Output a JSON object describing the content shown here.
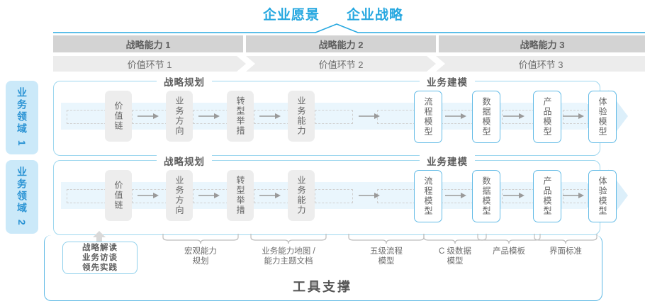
{
  "header": {
    "vision": "企业愿景",
    "strategy": "企业战略"
  },
  "capabilities": [
    {
      "label": "战略能力 1"
    },
    {
      "label": "战略能力 2"
    },
    {
      "label": "战略能力 3"
    }
  ],
  "value_links": [
    {
      "label": "价值环节 1"
    },
    {
      "label": "价值环节 2"
    },
    {
      "label": "价值环节 3"
    }
  ],
  "domains": [
    {
      "label": "业务领域 1"
    },
    {
      "label": "业务领域 2"
    }
  ],
  "row_sections": {
    "planning": "战略规划",
    "modeling": "业务建模"
  },
  "steps": [
    {
      "label": "价值链",
      "style": "gray"
    },
    {
      "label": "业务方向",
      "style": "gray"
    },
    {
      "label": "转型举措",
      "style": "gray"
    },
    {
      "label": "业务能力",
      "style": "gray"
    },
    {
      "label": "流程模型",
      "style": "blue"
    },
    {
      "label": "数据模型",
      "style": "blue"
    },
    {
      "label": "产品模型",
      "style": "blue"
    },
    {
      "label": "体验模型",
      "style": "blue"
    }
  ],
  "tools": {
    "highlight_box": "战略解读\n业务访谈\n领先实践",
    "labels": [
      {
        "text": "宏观能力\n规划"
      },
      {
        "text": "业务能力地图 /\n能力主题文档"
      },
      {
        "text": "五级流程\n模型"
      },
      {
        "text": "C 级数据\n模型"
      },
      {
        "text": "产品模板"
      },
      {
        "text": "界面标准"
      }
    ],
    "title": "工具支撑"
  },
  "colors": {
    "accent_blue": "#27a8e0",
    "light_blue": "#9ed7ef",
    "band": "#eaf6fd",
    "gray_bar": "#d3d3d3",
    "light_gray_bar": "#ececec"
  }
}
